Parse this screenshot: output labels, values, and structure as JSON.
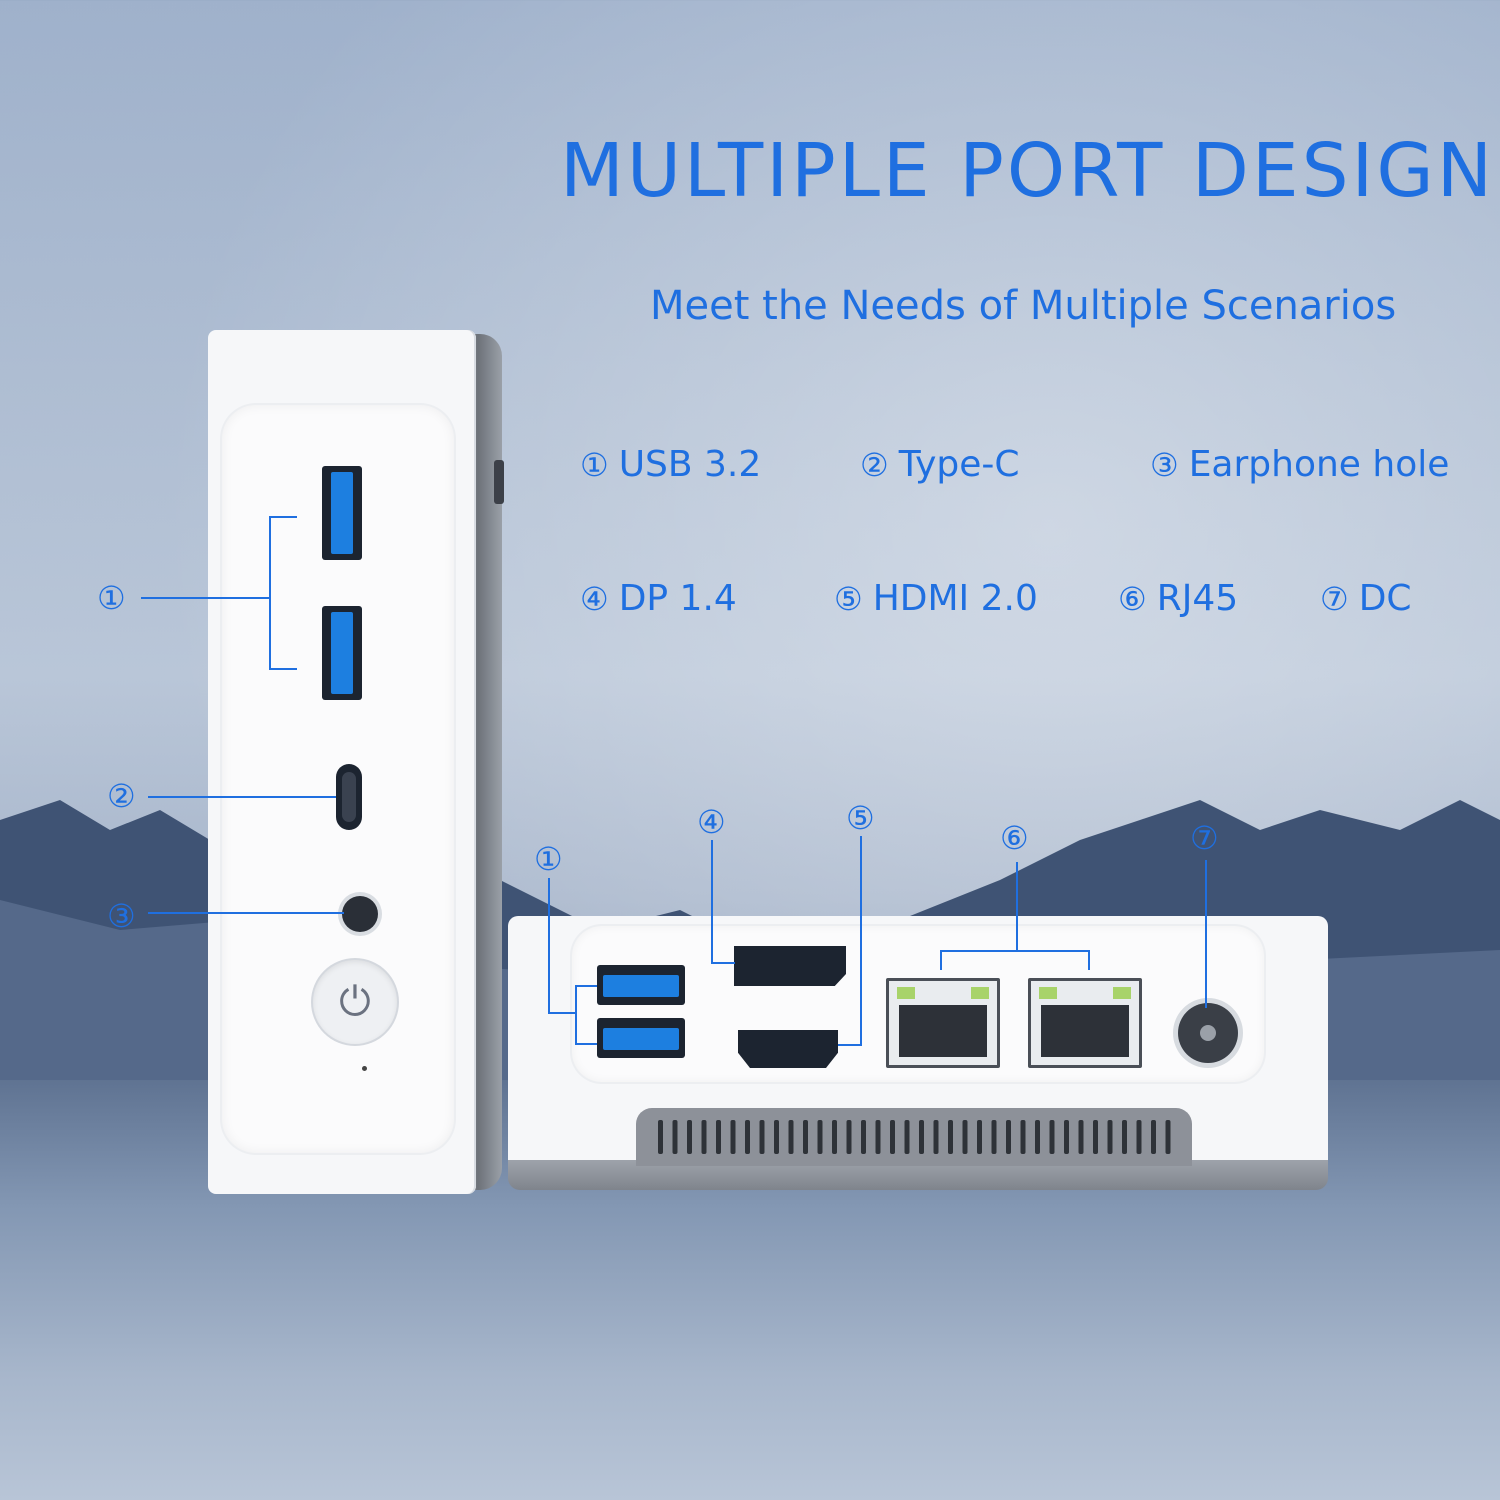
{
  "header": {
    "title": "MULTIPLE PORT DESIGNS",
    "subtitle": "Meet the Needs of Multiple Scenarios"
  },
  "legend": [
    {
      "num": "①",
      "label": "USB 3.2"
    },
    {
      "num": "②",
      "label": "Type-C"
    },
    {
      "num": "③",
      "label": "Earphone hole"
    },
    {
      "num": "④",
      "label": "DP 1.4"
    },
    {
      "num": "⑤",
      "label": "HDMI 2.0"
    },
    {
      "num": "⑥",
      "label": "RJ45"
    },
    {
      "num": "⑦",
      "label": "DC"
    }
  ],
  "callouts": {
    "side": [
      "①",
      "②",
      "③"
    ],
    "rear": [
      "①",
      "④",
      "⑤",
      "⑥",
      "⑦"
    ]
  },
  "device": {
    "power_icon": "power-icon"
  },
  "colors": {
    "accent": "#1f6fe0",
    "usb_blue": "#1d7fe0"
  }
}
